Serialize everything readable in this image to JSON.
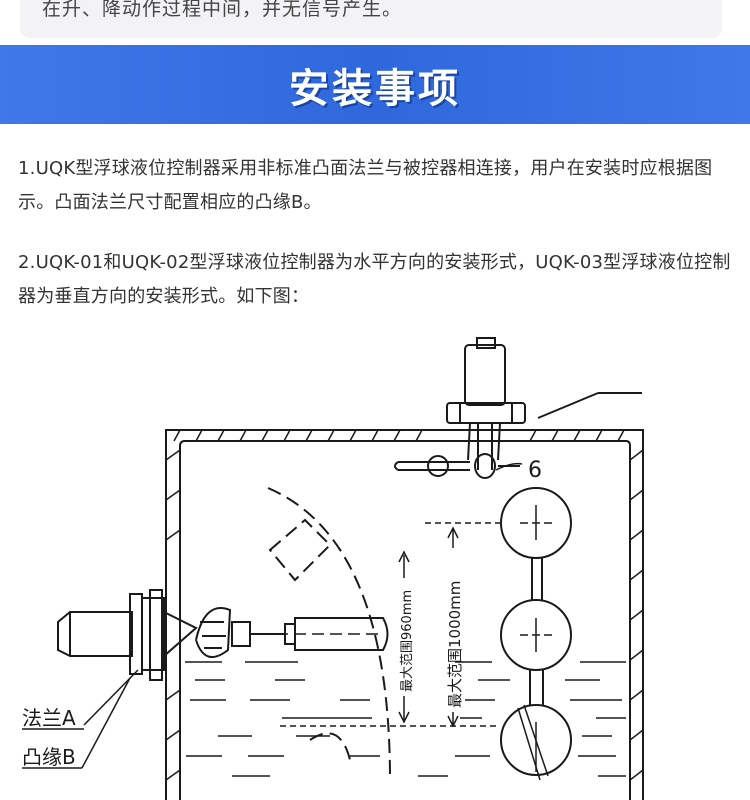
{
  "header": {
    "top_text": "在升、降动作过程中间，并无信号产生。"
  },
  "section": {
    "title": "安装事项",
    "paragraph_1": "1.UQK型浮球液位控制器采用非标准凸面法兰与被控器相连接，用户在安装时应根据图示。凸面法兰尺寸配置相应的凸缘B。",
    "paragraph_2": "2.UQK-01和UQK-02型浮球液位控制器为水平方向的安装形式，UQK-03型浮球液位控制器为垂直方向的安装形式。如下图："
  },
  "diagram": {
    "label_flange_a": "法兰A",
    "label_boss_b": "凸缘B",
    "label_callout_6": "6",
    "range_960": "最大范围960mm",
    "range_1000": "最大范围1000mm"
  }
}
